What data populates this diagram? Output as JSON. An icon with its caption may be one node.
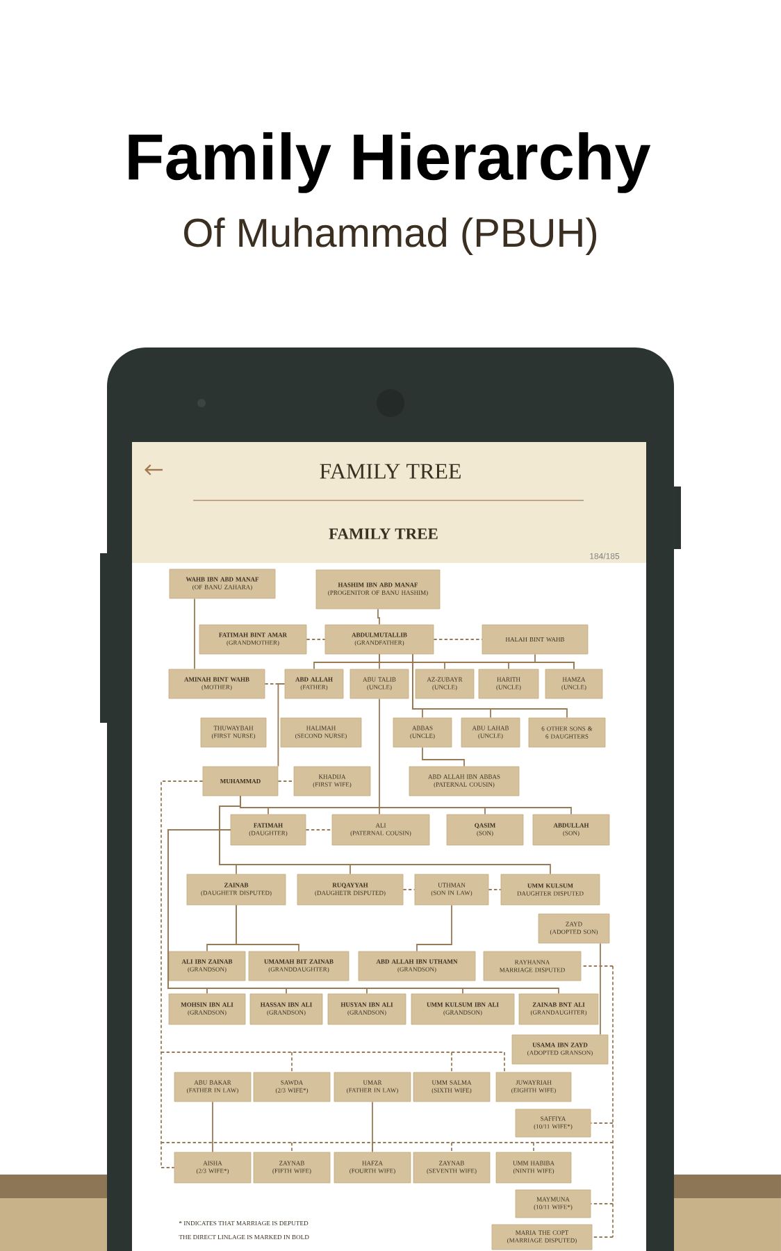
{
  "diagram": {
    "title": "Family Hierarchy",
    "nodes": [
      {
        "text": [
          "WAHB IBN ABD MANAF",
          "(OF BANU ZAHARA)"
        ]
      },
      {
        "text": [
          "HASHIM IBN ABD MANAF",
          "(PROGENITOR OF BANU HASHIM)"
        ]
      },
      {
        "text": [
          "FATIMAH BINT AMAR",
          "(GRANDMOTHER)"
        ]
      },
      {
        "text": [
          "ABDULMUTALLIB",
          "(GRANDFATHER)"
        ]
      },
      {
        "text": [
          "HALAH BINT WAHB"
        ]
      },
      {
        "text": [
          "AMINAH BINT WAHB",
          "(MOTHER)"
        ]
      },
      {
        "text": [
          "ABD ALLAH",
          "(FATHER)"
        ]
      },
      {
        "text": [
          "ABU TALIB",
          "(UNCLE)"
        ]
      },
      {
        "text": [
          "AZ-ZUBAYR",
          "(UNCLE)"
        ]
      },
      {
        "text": [
          "HARITH",
          "(UNCLE)"
        ]
      },
      {
        "text": [
          "HAMZA",
          "(UNCLE)"
        ]
      },
      {
        "text": [
          "THUWAYBAH",
          "(FIRST NURSE)"
        ]
      },
      {
        "text": [
          "HALIMAH",
          "(SECOND NURSE)"
        ]
      },
      {
        "text": [
          "ABBAS",
          "(UNCLE)"
        ]
      },
      {
        "text": [
          "ABU LAHAB",
          "(UNCLE)"
        ]
      },
      {
        "text": [
          "6 OTHER SONS & 6 DAUGHTERS"
        ]
      },
      {
        "text": [
          "MUHAMMAD"
        ]
      },
      {
        "text": [
          "KHADIJA",
          "(FIRST WIFE)"
        ]
      },
      {
        "text": [
          "ABD ALLAH IBN ABBAS",
          "(PATERNAL COUSIN)"
        ]
      },
      {
        "text": [
          "FATIMAH",
          "(DAUGHTER)"
        ]
      },
      {
        "text": [
          "ALI",
          "(PATERNAL COUSIN)"
        ]
      },
      {
        "text": [
          "QASIM",
          "(SON)"
        ]
      },
      {
        "text": [
          "ABDULLAH",
          "(SON)"
        ]
      },
      {
        "text": [
          "ZAINAB",
          "(DAUGHETR DISPUTED)"
        ]
      },
      {
        "text": [
          "RUQAYYAH",
          "(DAUGHETR DISPUTED)"
        ]
      },
      {
        "text": [
          "UTHMAN",
          "(SON IN LAW)"
        ]
      },
      {
        "text": [
          "UMM KULSUM",
          "DAUGHTER DISPUTED"
        ]
      },
      {
        "text": [
          "ZAYD",
          "(ADOPTED SON)"
        ]
      },
      {
        "text": [
          "ALI IBN ZAINAB",
          "(GRANDSON)"
        ]
      },
      {
        "text": [
          "UMAMAH BIT ZAINAB",
          "(GRANDDAUGHTER)"
        ]
      },
      {
        "text": [
          "ABD ALLAH IBN UTHAMN",
          "(GRANDSON)"
        ]
      },
      {
        "text": [
          "RAYHANNA",
          "MARRIAGE DISPUTED"
        ]
      },
      {
        "text": [
          "MOHSIN IBN ALI",
          "(GRANDSON)"
        ]
      },
      {
        "text": [
          "HASSAN IBN ALI",
          "(GRANDSON)"
        ]
      },
      {
        "text": [
          "HUSYAN IBN ALI",
          "(GRANDSON)"
        ]
      },
      {
        "text": [
          "UMM KULSUM IBN ALI",
          "(GRANDSON)"
        ]
      },
      {
        "text": [
          "ZAINAB BNT ALI",
          "(GRANDAUGHTER)"
        ]
      },
      {
        "text": [
          "USAMA IBN ZAYD",
          "(ADOPTED GRANSON)"
        ]
      },
      {
        "text": [
          "ABU BAKAR",
          "(FATHER IN LAW)"
        ]
      },
      {
        "text": [
          "SAWDA",
          "(2/3 WIFE*)"
        ]
      },
      {
        "text": [
          "UMAR",
          "(FATHER IN LAW)"
        ]
      },
      {
        "text": [
          "UMM SALMA",
          "(SIXTH WIFE)"
        ]
      },
      {
        "text": [
          "JUWAYRIAH",
          "(EIGHTH WIFE)"
        ]
      },
      {
        "text": [
          "SAFFIYA",
          "(10/11 WIFE*)"
        ]
      },
      {
        "text": [
          "AISHA",
          "(2/3 WIFE*)"
        ]
      },
      {
        "text": [
          "ZAYNAB",
          "(FIFTH WIFE)"
        ]
      },
      {
        "text": [
          "HAFZA",
          "(FOURTH WIFE)"
        ]
      },
      {
        "text": [
          "ZAYNAB",
          "(SEVENTH WIFE)"
        ]
      },
      {
        "text": [
          "UMM HABIBA",
          "(NINTH WIFE)"
        ]
      },
      {
        "text": [
          "MAYMUNA",
          "(10/11 WIFE*)"
        ]
      },
      {
        "text": [
          "MARIA THE COPT",
          "(MARRIAGE DISPUTED)"
        ]
      }
    ],
    "edges": [
      {
        "from": 0,
        "to": 5,
        "arrow": "none"
      },
      {
        "from": 1,
        "to": 3,
        "arrow": "none"
      },
      {
        "from": 2,
        "to": 3,
        "arrow": "none",
        "style": "dashed"
      },
      {
        "from": 3,
        "to": 4,
        "arrow": "none",
        "style": "dashed"
      },
      {
        "from": 5,
        "to": 6,
        "arrow": "none",
        "style": "dashed"
      },
      {
        "from": 3,
        "to": 6,
        "arrow": "none"
      },
      {
        "from": 3,
        "to": 7,
        "arrow": "none"
      },
      {
        "from": 3,
        "to": 8,
        "arrow": "none"
      },
      {
        "from": 3,
        "to": 9,
        "arrow": "none"
      },
      {
        "from": 3,
        "to": 10,
        "arrow": "none"
      },
      {
        "from": 4,
        "to": 10,
        "arrow": "none"
      },
      {
        "from": 3,
        "to": 13,
        "arrow": "none"
      },
      {
        "from": 3,
        "to": 14,
        "arrow": "none"
      },
      {
        "from": 3,
        "to": 15,
        "arrow": "none"
      },
      {
        "from": 6,
        "to": 16,
        "arrow": "none"
      },
      {
        "from": 7,
        "to": 20,
        "arrow": "none"
      },
      {
        "from": 13,
        "to": 18,
        "arrow": "none"
      },
      {
        "from": 16,
        "to": 17,
        "arrow": "none",
        "style": "dashed"
      },
      {
        "from": 16,
        "to": 19,
        "arrow": "none"
      },
      {
        "from": 16,
        "to": 21,
        "arrow": "none"
      },
      {
        "from": 16,
        "to": 22,
        "arrow": "none"
      },
      {
        "from": 16,
        "to": 23,
        "arrow": "none"
      },
      {
        "from": 16,
        "to": 24,
        "arrow": "none"
      },
      {
        "from": 16,
        "to": 26,
        "arrow": "none"
      },
      {
        "from": 19,
        "to": 20,
        "arrow": "none",
        "style": "dashed"
      },
      {
        "from": 24,
        "to": 25,
        "arrow": "none",
        "style": "dashed"
      },
      {
        "from": 25,
        "to": 26,
        "arrow": "none",
        "style": "dashed"
      },
      {
        "from": 23,
        "to": 28,
        "arrow": "none"
      },
      {
        "from": 23,
        "to": 29,
        "arrow": "none"
      },
      {
        "from": 25,
        "to": 30,
        "arrow": "none"
      },
      {
        "from": 19,
        "to": 32,
        "arrow": "none"
      },
      {
        "from": 19,
        "to": 33,
        "arrow": "none"
      },
      {
        "from": 19,
        "to": 34,
        "arrow": "none"
      },
      {
        "from": 19,
        "to": 35,
        "arrow": "none"
      },
      {
        "from": 19,
        "to": 36,
        "arrow": "none"
      },
      {
        "from": 27,
        "to": 37,
        "arrow": "none"
      },
      {
        "from": 38,
        "to": 44,
        "arrow": "none"
      },
      {
        "from": 40,
        "to": 46,
        "arrow": "none"
      },
      {
        "from": 16,
        "to": 39,
        "arrow": "none",
        "style": "dashed"
      },
      {
        "from": 16,
        "to": 41,
        "arrow": "none",
        "style": "dashed"
      },
      {
        "from": 16,
        "to": 42,
        "arrow": "none",
        "style": "dashed"
      },
      {
        "from": 16,
        "to": 44,
        "arrow": "none",
        "style": "dashed"
      },
      {
        "from": 16,
        "to": 45,
        "arrow": "none",
        "style": "dashed"
      },
      {
        "from": 16,
        "to": 46,
        "arrow": "none",
        "style": "dashed"
      },
      {
        "from": 16,
        "to": 47,
        "arrow": "none",
        "style": "dashed"
      },
      {
        "from": 16,
        "to": 48,
        "arrow": "none",
        "style": "dashed"
      },
      {
        "from": 16,
        "to": 31,
        "arrow": "none",
        "style": "dashed"
      },
      {
        "from": 16,
        "to": 43,
        "arrow": "none",
        "style": "dashed"
      },
      {
        "from": 16,
        "to": 49,
        "arrow": "none",
        "style": "dashed"
      },
      {
        "from": 16,
        "to": 50,
        "arrow": "none",
        "style": "dashed"
      }
    ],
    "labels": [
      "Of Muhammad (PBUH)",
      "FAMILY TREE",
      "FAMILY TREE",
      "184/185",
      "* INDICATES THAT MARRIAGE IS DEPUTED",
      "THE DIRECT LINLAGE IS MARKED IN BOLD"
    ]
  }
}
